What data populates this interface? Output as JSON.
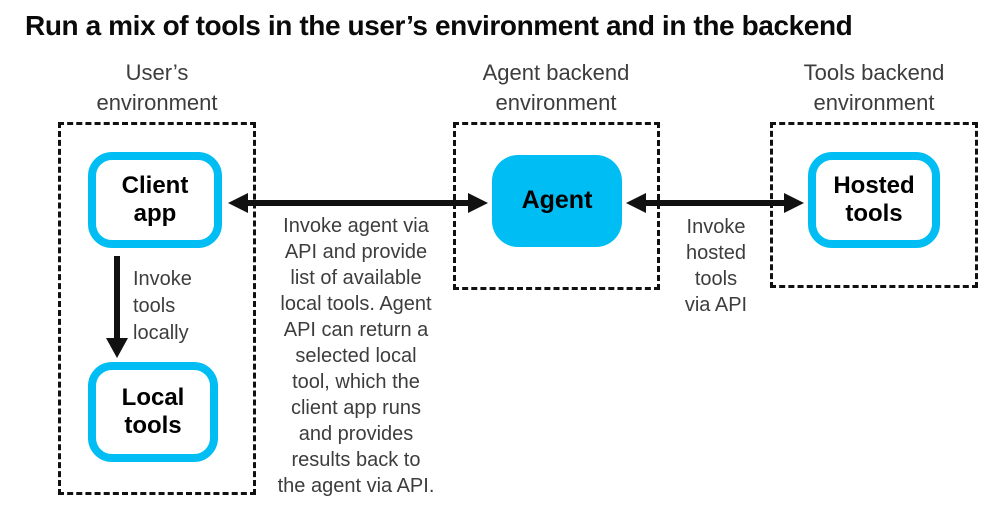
{
  "title": "Run a mix of tools in the user’s environment and in the backend",
  "colors": {
    "accent_cyan": "#00bef3",
    "line_black": "#111111",
    "label_gray": "#3d3d3d"
  },
  "sections": {
    "user_environment": {
      "header": "User’s\nenvironment",
      "client_app_label": "Client\napp",
      "local_tools_label": "Local\ntools",
      "invoke_locally_caption": "Invoke\ntools\nlocally"
    },
    "agent_backend": {
      "header": "Agent backend\nenvironment",
      "agent_label": "Agent"
    },
    "tools_backend": {
      "header": "Tools backend\nenvironment",
      "hosted_tools_label": "Hosted\ntools",
      "invoke_hosted_caption": "Invoke\nhosted\ntools\nvia API"
    },
    "client_agent_arrow_caption": "Invoke agent via\nAPI and provide\nlist of available\nlocal tools. Agent\nAPI can return a\nselected local\ntool, which the\nclient app runs\nand provides\nresults back to\nthe agent via API."
  }
}
